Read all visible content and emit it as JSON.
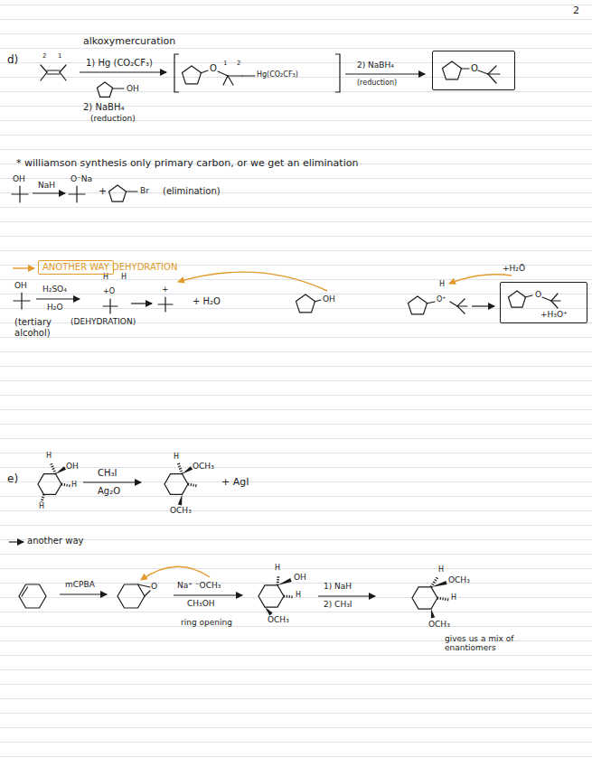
{
  "diagram": {
    "nodes": [
      {
        "text": [
          "O"
        ]
      },
      {
        "text": [
          "ANOTHER WAY"
        ]
      },
      {
        "text": [
          "O",
          "+H₃O⁺"
        ]
      }
    ],
    "labels": [
      "2",
      "alkoxymercuration",
      "d)",
      "2",
      "1",
      "1) Hg (CO₂CF₃)",
      "OH",
      "2) NaBH₄",
      "(reduction)",
      "O",
      "1",
      "2",
      "Hg(CO₂CF₃)",
      "2) NaBH₄",
      "(reduction)",
      "* williamson synthesis only primary carbon, or we get an elimination",
      "OH",
      "NaH",
      "O⁻Na",
      "+",
      "Br",
      "(elimination)",
      "DEHYDRATION",
      "OH",
      "H₂SO₄",
      "H₂O",
      "H",
      "H",
      "+O",
      "(tertiary alcohol)",
      "(DEHYDRATION)",
      "+",
      "+ H₂O",
      "OH",
      "+H₂Ö",
      "H",
      "O⁺",
      "e)",
      "H",
      "OH",
      "H",
      "H",
      "CH₃I",
      "Ag₂O",
      "H",
      "OCH₃",
      "OCH₃",
      "+ AgI",
      "another way",
      "mCPBA",
      "O",
      "Na⁺ ⁻OCH₃",
      "CH₃OH",
      "ring opening",
      "H",
      "OH",
      "H",
      "OCH₃",
      "1) NaH",
      "2) CH₃I",
      "H",
      "OCH₃",
      "H",
      "OCH₃",
      "gives us a mix of enantiomers"
    ]
  }
}
